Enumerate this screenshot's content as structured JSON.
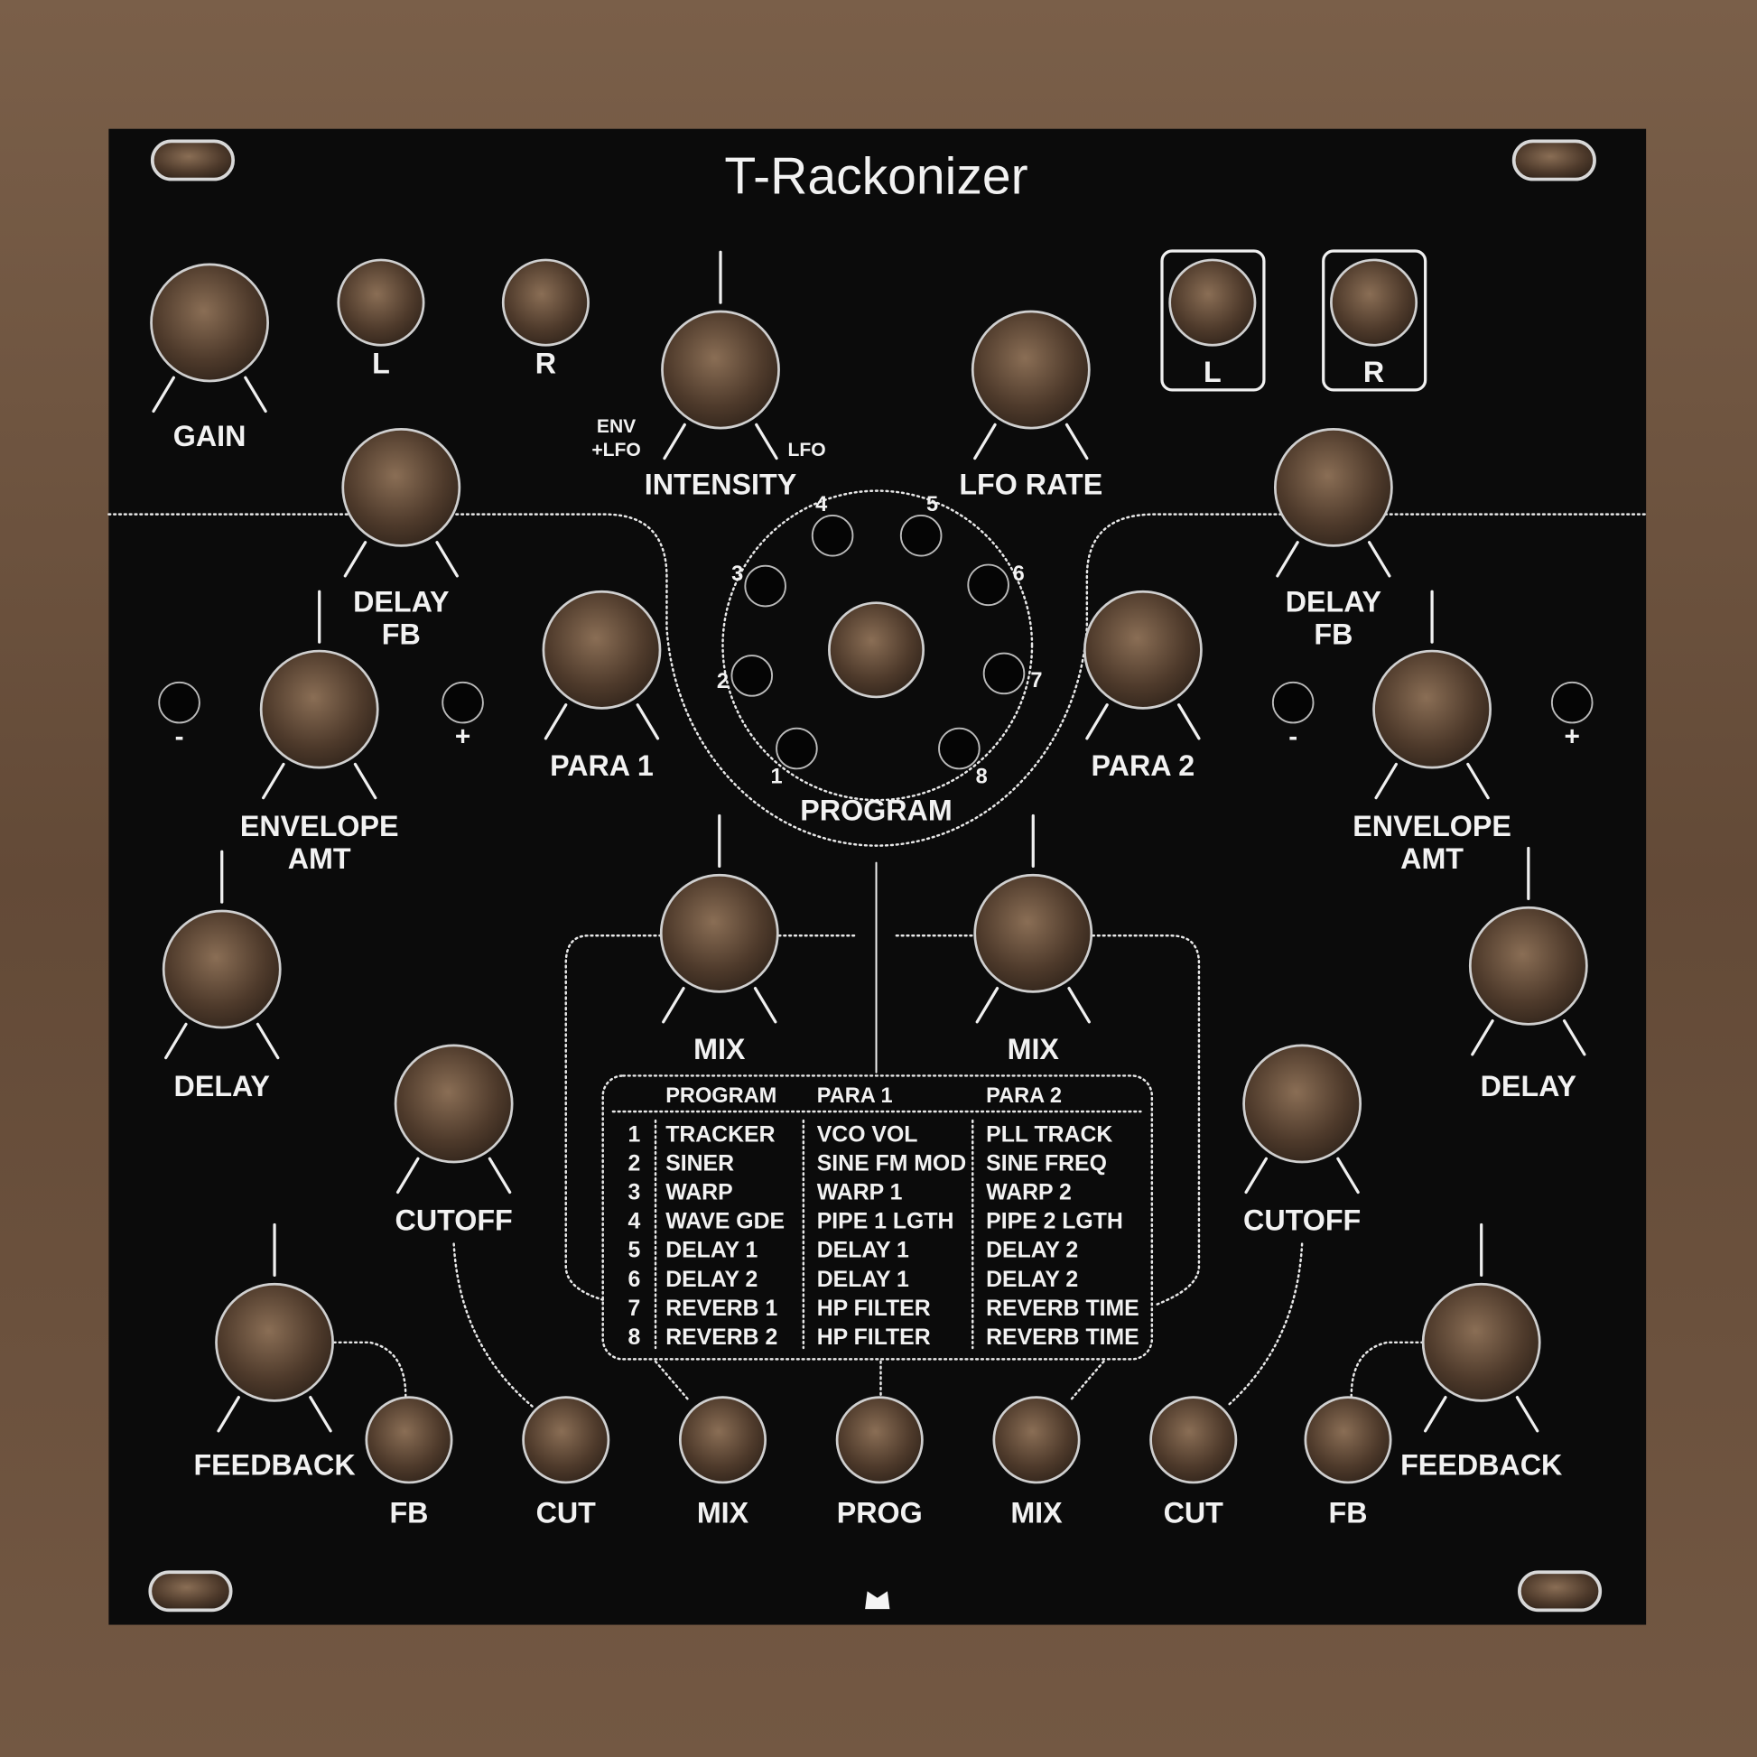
{
  "panel": {
    "title": "T-Rackonizer",
    "logo": "M"
  },
  "colors": {
    "panel": "#0b0b0b",
    "print": "#f2f2f2",
    "wood": "#6a513d"
  },
  "knobs": [
    {
      "id": "gain",
      "label": [
        "GAIN"
      ]
    },
    {
      "id": "intensity",
      "label": [
        "INTENSITY"
      ]
    },
    {
      "id": "lfo-rate",
      "label": [
        "LFO RATE"
      ]
    },
    {
      "id": "delay-fb-left",
      "label": [
        "DELAY",
        "FB"
      ]
    },
    {
      "id": "delay-fb-right",
      "label": [
        "DELAY",
        "FB"
      ]
    },
    {
      "id": "envelope-amt-left",
      "label": [
        "ENVELOPE",
        "AMT"
      ]
    },
    {
      "id": "envelope-amt-right",
      "label": [
        "ENVELOPE",
        "AMT"
      ]
    },
    {
      "id": "para-1",
      "label": [
        "PARA 1"
      ]
    },
    {
      "id": "para-2",
      "label": [
        "PARA 2"
      ]
    },
    {
      "id": "program",
      "label": [
        "PROGRAM"
      ]
    },
    {
      "id": "mix-left",
      "label": [
        "MIX"
      ]
    },
    {
      "id": "mix-right",
      "label": [
        "MIX"
      ]
    },
    {
      "id": "delay-left",
      "label": [
        "DELAY"
      ]
    },
    {
      "id": "delay-right",
      "label": [
        "DELAY"
      ]
    },
    {
      "id": "cutoff-left",
      "label": [
        "CUTOFF"
      ]
    },
    {
      "id": "cutoff-right",
      "label": [
        "CUTOFF"
      ]
    },
    {
      "id": "feedback-left",
      "label": [
        "FEEDBACK"
      ]
    },
    {
      "id": "feedback-right",
      "label": [
        "FEEDBACK"
      ]
    }
  ],
  "intensity_marks": {
    "left": [
      "ENV",
      "+LFO"
    ],
    "right": "LFO"
  },
  "jacks": [
    {
      "id": "input-l",
      "label": "L"
    },
    {
      "id": "input-r",
      "label": "R"
    },
    {
      "id": "output-l",
      "label": "L"
    },
    {
      "id": "output-r",
      "label": "R"
    },
    {
      "id": "cv-fb-left",
      "label": "FB"
    },
    {
      "id": "cv-cut-left",
      "label": "CUT"
    },
    {
      "id": "cv-mix-left",
      "label": "MIX"
    },
    {
      "id": "cv-prog",
      "label": "PROG"
    },
    {
      "id": "cv-mix-right",
      "label": "MIX"
    },
    {
      "id": "cv-cut-right",
      "label": "CUT"
    },
    {
      "id": "cv-fb-right",
      "label": "FB"
    }
  ],
  "leds": [
    {
      "id": "env-minus-left",
      "label": "-"
    },
    {
      "id": "env-plus-left",
      "label": "+"
    },
    {
      "id": "env-minus-right",
      "label": "-"
    },
    {
      "id": "env-plus-right",
      "label": "+"
    }
  ],
  "program_leds": [
    "1",
    "2",
    "3",
    "4",
    "5",
    "6",
    "7",
    "8"
  ],
  "table": {
    "headers": [
      "PROGRAM",
      "PARA 1",
      "PARA 2"
    ],
    "rows": [
      [
        "1",
        "TRACKER",
        "VCO VOL",
        "PLL TRACK"
      ],
      [
        "2",
        "SINER",
        "SINE FM MOD",
        "SINE FREQ"
      ],
      [
        "3",
        "WARP",
        "WARP 1",
        "WARP 2"
      ],
      [
        "4",
        "WAVE GDE",
        "PIPE 1 LGTH",
        "PIPE 2 LGTH"
      ],
      [
        "5",
        "DELAY 1",
        "DELAY 1",
        "DELAY 2"
      ],
      [
        "6",
        "DELAY 2",
        "DELAY 1",
        "DELAY 2"
      ],
      [
        "7",
        "REVERB 1",
        "HP FILTER",
        "REVERB TIME"
      ],
      [
        "8",
        "REVERB 2",
        "HP FILTER",
        "REVERB TIME"
      ]
    ]
  }
}
